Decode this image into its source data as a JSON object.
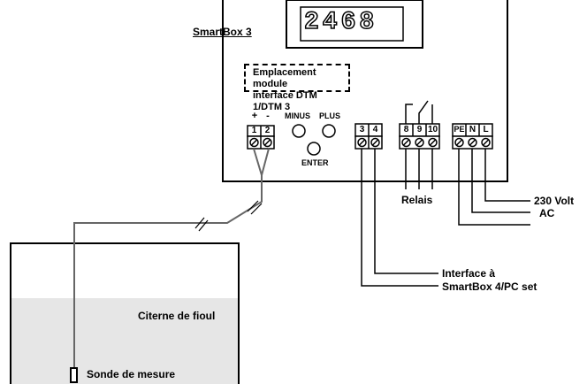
{
  "device": {
    "name": "SmartBox 3",
    "display": "2468",
    "module_note_line1": "Emplacement module",
    "module_note_line2": "interface DTM 1/DTM 3"
  },
  "terminals": {
    "sensor_polarity": [
      "+",
      "-"
    ],
    "sensor": [
      "1",
      "2"
    ],
    "interface": [
      "3",
      "4"
    ],
    "relay": [
      "8",
      "9",
      "10"
    ],
    "power": [
      "PE",
      "N",
      "L"
    ]
  },
  "buttons": {
    "minus": "MINUS",
    "plus": "PLUS",
    "enter": "ENTER"
  },
  "labels": {
    "relay": "Relais",
    "power_line1": "230 Volt",
    "power_line2": "AC",
    "interface_line1": "Interface à",
    "interface_line2": "SmartBox 4/PC set",
    "tank": "Citerne de fioul",
    "probe": "Sonde de mesure"
  },
  "colors": {
    "tank_fill": "#e6e6e6",
    "cable": "#666666"
  }
}
